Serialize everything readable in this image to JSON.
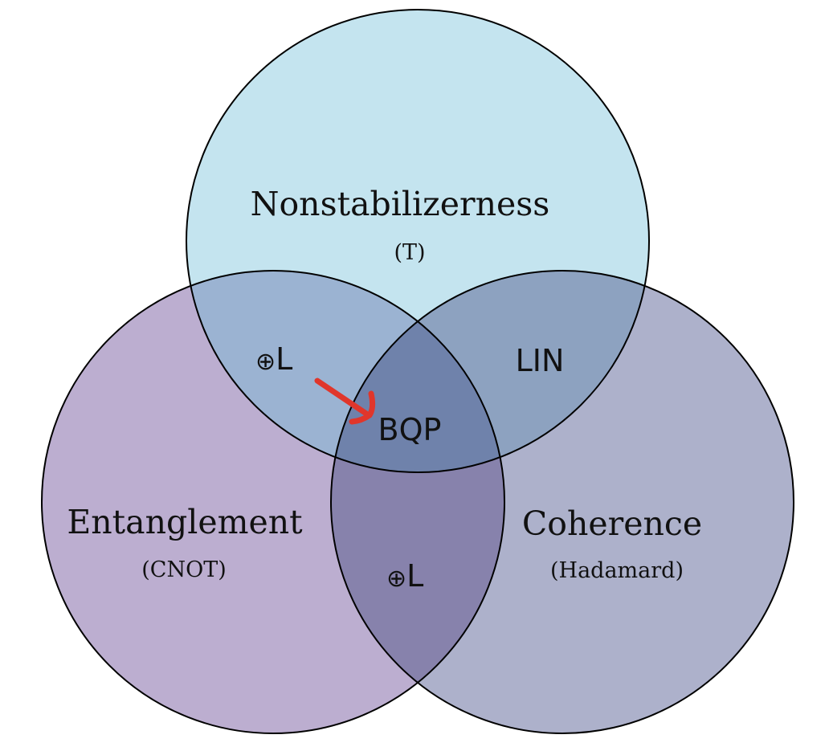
{
  "circles": {
    "nonstabilizerness": {
      "title": "Nonstabilizerness",
      "subtitle": "(T)",
      "fill": "#c4e4ef"
    },
    "entanglement": {
      "title": "Entanglement",
      "subtitle": "(CNOT)",
      "fill": "#bcaed0"
    },
    "coherence": {
      "title": "Coherence",
      "subtitle": "(Hadamard)",
      "fill": "#adb1cb"
    }
  },
  "intersections": {
    "top_left": {
      "symbol": "⊕",
      "label": "L",
      "fill": "#9bb3d2"
    },
    "top_right": {
      "label": "LIN",
      "fill": "#8da2c0"
    },
    "bottom": {
      "symbol": "⊕",
      "label": "L",
      "fill": "#8782ac"
    },
    "center": {
      "label": "BQP",
      "fill": "#6f82ab"
    }
  },
  "arrow": {
    "color": "#e0362b"
  },
  "stroke_color": "#000000"
}
